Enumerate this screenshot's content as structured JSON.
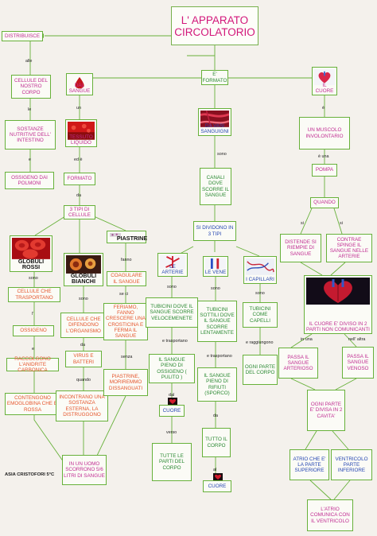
{
  "title": "L' APPARATO\nCIRCOLATORIO",
  "author": "ASIA CRISTOFORI 5°C",
  "colors": {
    "connector": "#67b13a",
    "magenta": "#c02c92",
    "orange": "#e5552c",
    "green": "#2b8a33",
    "blue": "#2546b2",
    "title": "#d2177a"
  },
  "left": {
    "distribuisce": "DISTRIBUISCE",
    "alle": "alle",
    "cellule": "CELLULE DEL NOSTRO CORPO",
    "le": "le",
    "sostanze": "SOSTANZE NUTRITIVE DELL' INTESTINO",
    "e": "e",
    "ossigeno": "OSSIGENO DAI POLMONI"
  },
  "center": {
    "e_formato": "E' FORMATO",
    "dal_sangue": "DAL SANGUE",
    "un": "un",
    "tessuto": "TESSUTO LIQUIDO",
    "ed_e": "ed è",
    "formato": "FORMATO",
    "da": "da",
    "tre_tipi": "3 TIPI DI CELLULE"
  },
  "cells": {
    "globuli_rossi": "GLOBULI ROSSI",
    "globuli_bianchi": "GLOBULI BIANCHI",
    "piastrine": "PIASTRINE",
    "sono_r": "sono",
    "trasportano": "CELLULE CHE TRASPORTANO",
    "l": "l'",
    "ossigeno": "OSSIGENO",
    "e_r": "e",
    "raccolgono": "RACCOLGONO L'ANIDRITE CARBONICA",
    "contengono": "CONTENGONO EMOGLOBINA CHE E' ROSSA",
    "sono_b": "sono",
    "difendono": "CELLULE CHE DIFENDONO L'ORGANISMO",
    "da_b": "da",
    "virus": "VIRUS E BATTERI",
    "quando": "quando",
    "incontrano": "INCONTRANO UNA SOSTANZA ESTERNA, LA DISTRUGGONO",
    "fanno": "fanno",
    "coagulare": "COAGULARE IL SANGUE",
    "se_ci": "se ci",
    "ferisce": "FERIAMO, FANNO CRESCERE UNA CROSTICINA E FERMA IL SANGUE",
    "senza": "senza",
    "moriremmo": "PIASTRINE, MORIREMMO DISSANGUATI",
    "uomo": "IN UN UOMO SCORRONO 5/6 LITRI DI SANGUE"
  },
  "vessels": {
    "da_vasi": "DA VASI SANGUIGNI",
    "sono": "sono",
    "canali": "CANALI DOVE SCORRE IL SANGUE",
    "tre_tipi": "SI DIVIDONO IN 3 TIPI",
    "arterie": "LE ARTERIE",
    "vene": "LE VENE",
    "capillari": "I CAPILLARI",
    "sono_a": "sono",
    "sono_v": "sono",
    "sono_c": "sono",
    "tubicini_arterie": "TUBICINI DOVE IL SANGUE SCORRE VELOCEMENETE",
    "tubicini_vene": "TUBICINI SOTTILI DOVE IL SANGUE SCORRE LENTAMENTE",
    "tubicini_capillari": "TUBICINI COME CAPELLI",
    "e_trasportano_a": "e trasportano",
    "e_trasportano_v": "e trasportano",
    "e_raggiungono": "e raggiungono",
    "pieno_ossigeno": "IL SANGUE PIENO DI OSSIGENO ( PULITO )",
    "pieno_rifiuti": "IL SANGUE PIENO DI RIFIUTI (SPORCO)",
    "ogni_parte": "OGNI PARTE DEL CORPO",
    "dal": "dal",
    "da_v": "da",
    "cuore_a": "CUORE",
    "verso": "verso",
    "tutte_parti": "TUTTE LE PARTI DEL CORPO",
    "tutto_corpo": "TUTTO IL CORPO",
    "al": "al",
    "cuore_v": "CUORE"
  },
  "heart": {
    "il_cuore": "IL CUORE",
    "e": "è",
    "muscolo": "UN MUSCOLO INVOLONTARIO",
    "e_una": "è una",
    "pompa": "POMPA",
    "quando": "QUANDO",
    "si_l": "si",
    "si_r": "si",
    "distende": "DISTENDE SI RIEMPIE DI SANGUE",
    "contrae": "CONTRAE SPINGE IL SANGUE NELLE ARTERIE",
    "diviso": "IL CUORE E' DIVISO IN 2 PARTI NON COMUNICANTI",
    "in_una": "in una",
    "nell_altra": "nell' altra",
    "passa_arterioso": "PASSA IL SANGUE ARTERIOSO",
    "passa_venoso": "PASSA IL SANGUE VENOSO",
    "ogni_parte": "OGNI PARTE E' DIVISA IN 2 CAVITA'",
    "atrio": "ATRIO CHE E' LA PARTE SUPERIORE",
    "ventricolo": "VENTRICOLO PARTE INFERIORE",
    "atrio_comunica": "L'ATRIO COMUNICA CON IL VENTRICOLO"
  }
}
